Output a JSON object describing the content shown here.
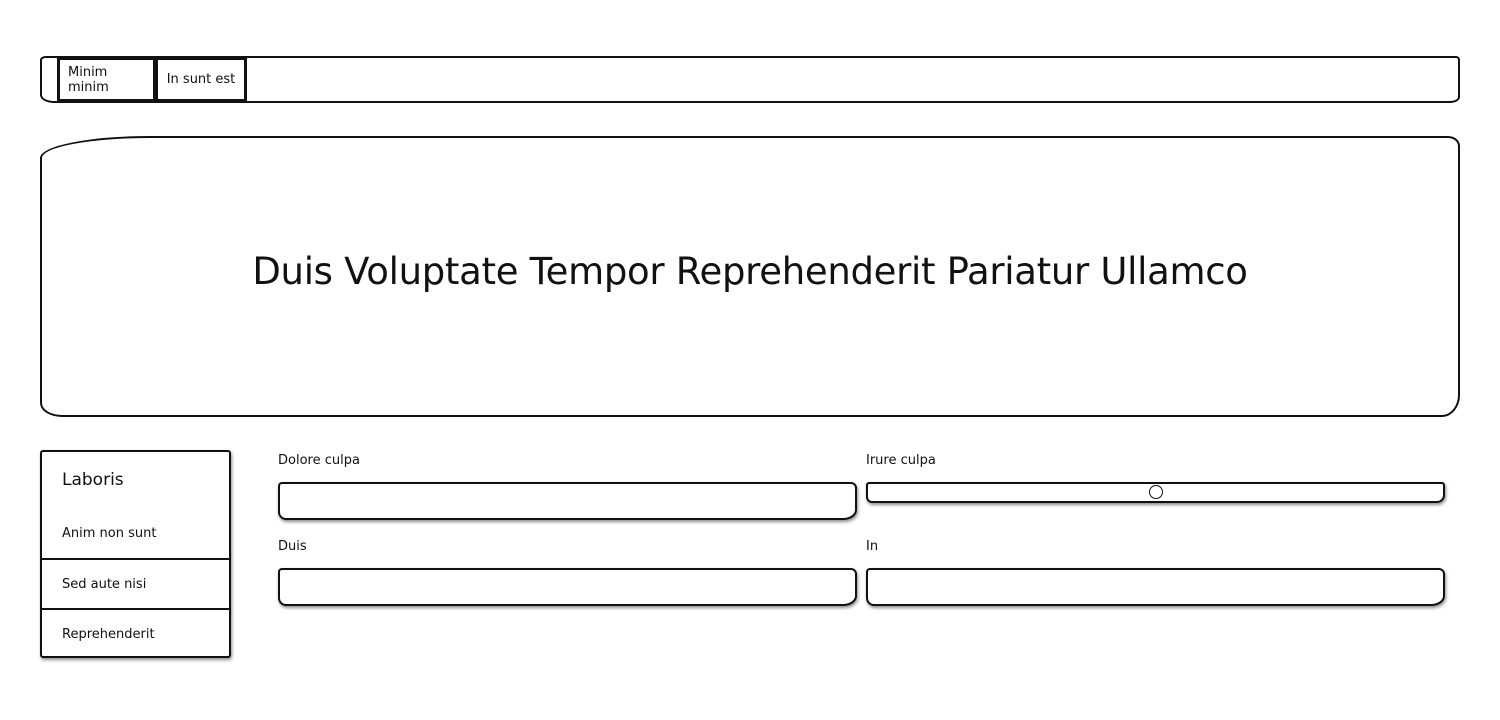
{
  "nav": {
    "tabs": [
      {
        "label": "Minim minim"
      },
      {
        "label": "In sunt est"
      }
    ]
  },
  "hero": {
    "title": "Duis Voluptate Tempor Reprehenderit Pariatur Ullamco"
  },
  "sidebar": {
    "title": "Laboris",
    "items": [
      {
        "label": "Anim non sunt"
      },
      {
        "label": "Sed aute nisi"
      },
      {
        "label": "Reprehenderit"
      }
    ]
  },
  "form": {
    "field1": {
      "label": "Dolore culpa",
      "value": ""
    },
    "slider": {
      "label": "Irure culpa",
      "value_fraction": 0.5
    },
    "field3": {
      "label": "Duis",
      "value": ""
    },
    "field4": {
      "label": "In",
      "value": ""
    }
  }
}
